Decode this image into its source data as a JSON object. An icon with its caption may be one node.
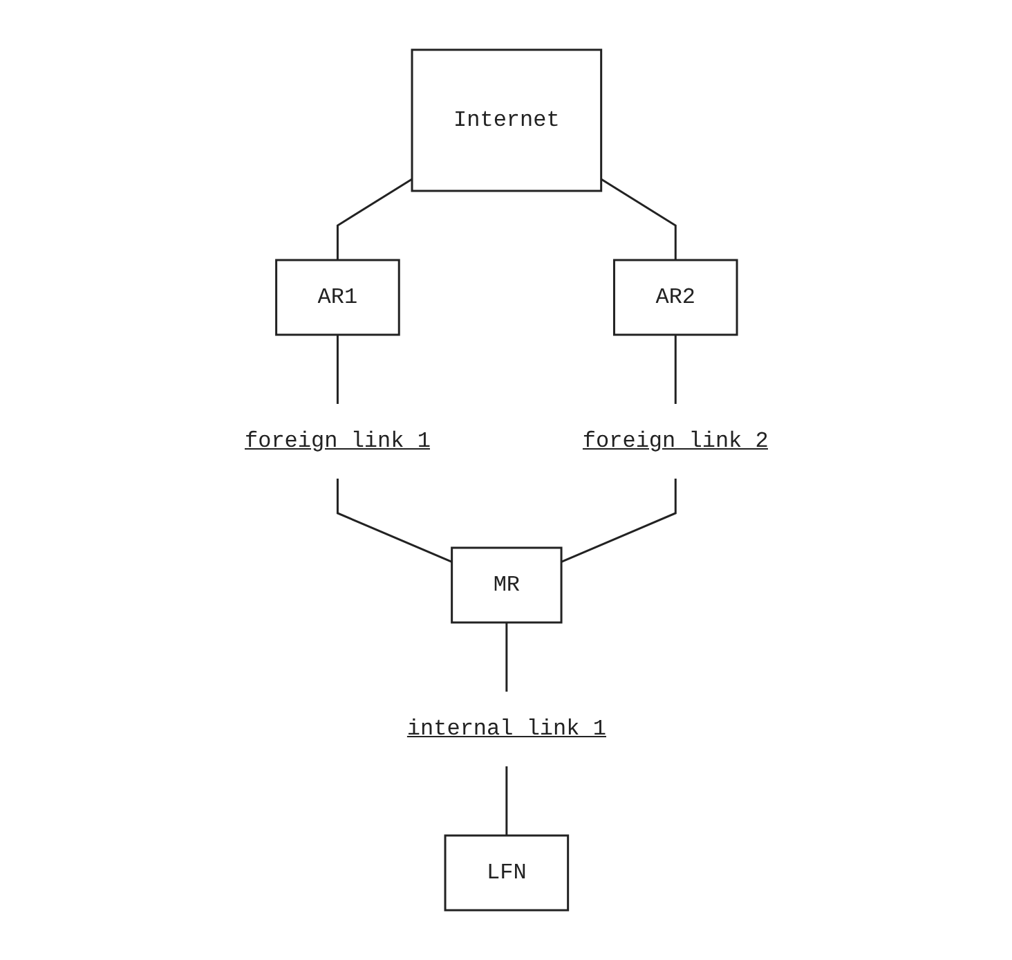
{
  "diagram": {
    "nodes": [
      {
        "text": [
          "Internet"
        ]
      },
      {
        "text": [
          "AR1"
        ]
      },
      {
        "text": [
          "AR2"
        ]
      },
      {
        "text": [
          "foreign link 1"
        ]
      },
      {
        "text": [
          "foreign link 2"
        ]
      },
      {
        "text": [
          "MR"
        ]
      },
      {
        "text": [
          "internal link 1"
        ]
      },
      {
        "text": [
          "LFN"
        ]
      }
    ],
    "edges": [
      {
        "from": 0,
        "to": 1,
        "arrow": "none"
      },
      {
        "from": 0,
        "to": 2,
        "arrow": "none"
      },
      {
        "from": 1,
        "to": 3,
        "arrow": "none"
      },
      {
        "from": 2,
        "to": 4,
        "arrow": "none"
      },
      {
        "from": 3,
        "to": 5,
        "arrow": "none"
      },
      {
        "from": 4,
        "to": 5,
        "arrow": "none"
      },
      {
        "from": 5,
        "to": 6,
        "arrow": "none"
      },
      {
        "from": 6,
        "to": 7,
        "arrow": "none"
      }
    ]
  }
}
